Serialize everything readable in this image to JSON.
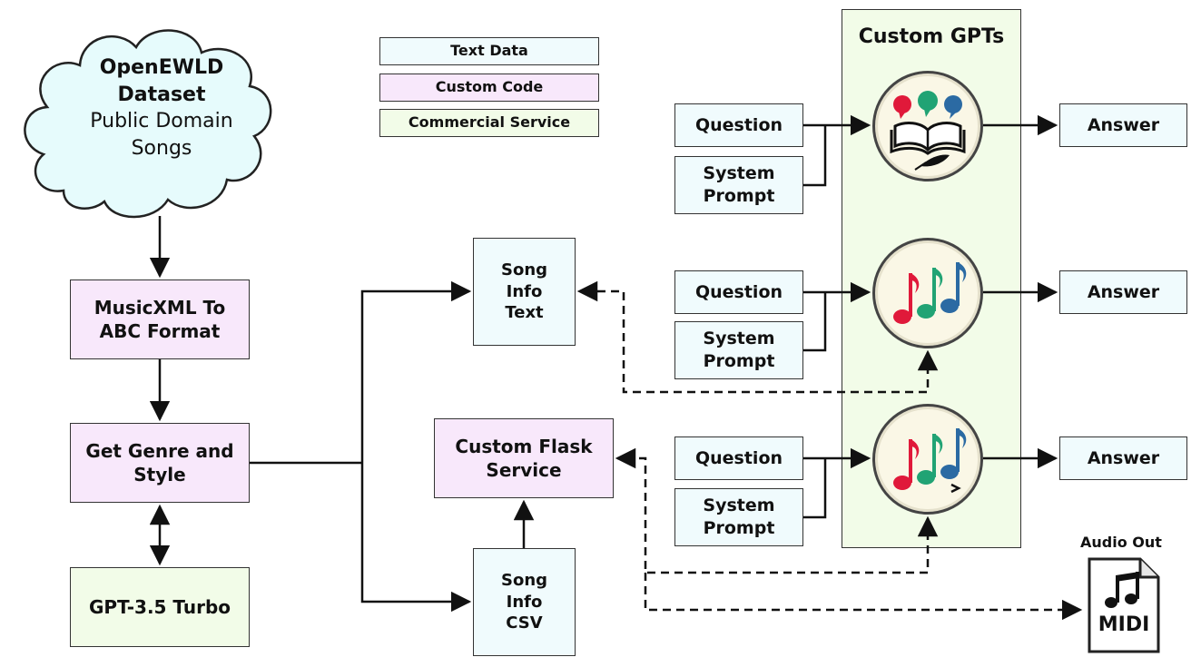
{
  "legend": {
    "text_data": "Text Data",
    "custom_code": "Custom Code",
    "commercial_service": "Commercial Service"
  },
  "dataset": {
    "title_line1": "OpenEWLD",
    "title_line2": "Dataset",
    "subtitle_line1": "Public Domain",
    "subtitle_line2": "Songs"
  },
  "pipeline": {
    "musicxml_line1": "MusicXML To",
    "musicxml_line2": "ABC Format",
    "genre_line1": "Get Genre and",
    "genre_line2": "Style",
    "gpt35": "GPT-3.5 Turbo"
  },
  "song_info_text": {
    "line1": "Song",
    "line2": "Info",
    "line3": "Text"
  },
  "song_info_csv": {
    "line1": "Song",
    "line2": "Info",
    "line3": "CSV"
  },
  "flask": {
    "line1": "Custom Flask",
    "line2": "Service"
  },
  "custom_gpts": {
    "title": "Custom GPTs",
    "rows": [
      {
        "question": "Question",
        "system_line1": "System",
        "system_line2": "Prompt",
        "answer": "Answer",
        "icon": "book-chat-icon"
      },
      {
        "question": "Question",
        "system_line1": "System",
        "system_line2": "Prompt",
        "answer": "Answer",
        "icon": "music-notes-icon"
      },
      {
        "question": "Question",
        "system_line1": "System",
        "system_line2": "Prompt",
        "answer": "Answer",
        "icon": "music-notes-prompt-icon"
      }
    ]
  },
  "midi": {
    "caption": "Audio Out",
    "label": "MIDI"
  },
  "colors": {
    "text_data": "#f0fbfd",
    "custom_code": "#f8e8fb",
    "commercial_service": "#f2fce8",
    "note_red": "#e0193a",
    "note_green": "#21a374",
    "note_blue": "#2b6aa3"
  }
}
